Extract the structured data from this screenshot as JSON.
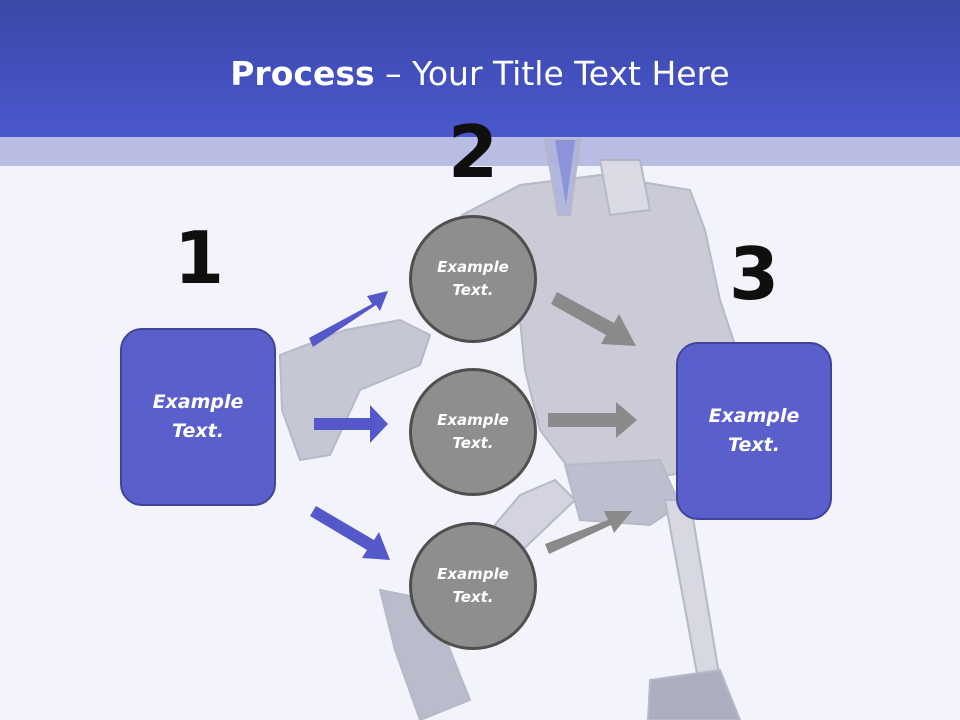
{
  "title": {
    "bold": "Process",
    "rest": " – Your Title Text Here"
  },
  "steps": {
    "one": "1",
    "two": "2",
    "three": "3"
  },
  "left_box": {
    "text": "Example Text."
  },
  "circles": [
    {
      "text": "Example Text."
    },
    {
      "text": "Example Text."
    },
    {
      "text": "Example Text."
    }
  ],
  "right_box": {
    "text": "Example Text."
  },
  "colors": {
    "header": "#4350be",
    "box_fill": "#5a5fcc",
    "blue_arrow": "#5558c8",
    "gray_arrow": "#8a8a8a",
    "circle_fill": "#8e8e8e"
  }
}
